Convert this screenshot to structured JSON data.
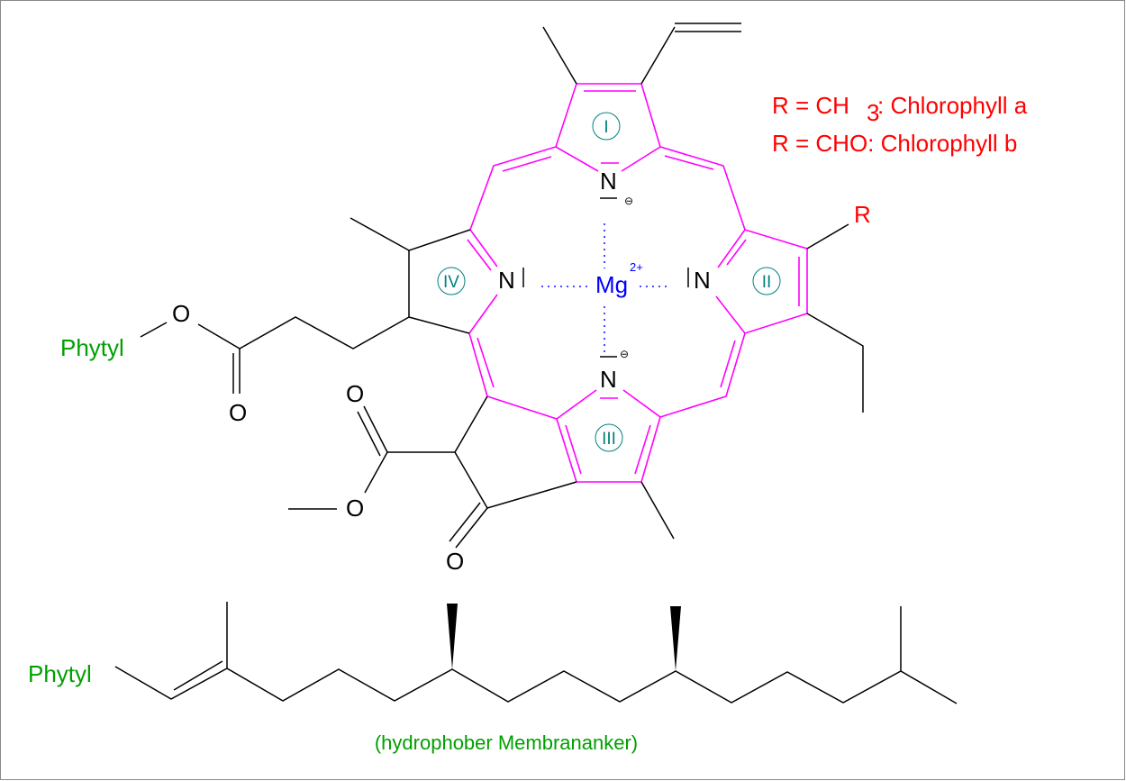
{
  "atoms": {
    "N": "N",
    "O": "O",
    "Mg": "Mg",
    "charge_mg": "2+",
    "charge_minus": "⊖",
    "R": "R"
  },
  "rings": [
    "I",
    "II",
    "III",
    "IV"
  ],
  "legend": {
    "line1_prefix": "R = CH",
    "line1_sub": "3",
    "line1_suffix": ": Chlorophyll a",
    "line2": "R = CHO: Chlorophyll b"
  },
  "labels": {
    "phytyl_top": "Phytyl",
    "phytyl_bottom": "Phytyl",
    "caption": "(hydrophober Membrananker)"
  },
  "colors": {
    "porphyrin": "#ff00ff",
    "metal": "#0000ff",
    "ring_label": "#008080",
    "legend": "#ff0000",
    "phytyl": "#00a000"
  }
}
